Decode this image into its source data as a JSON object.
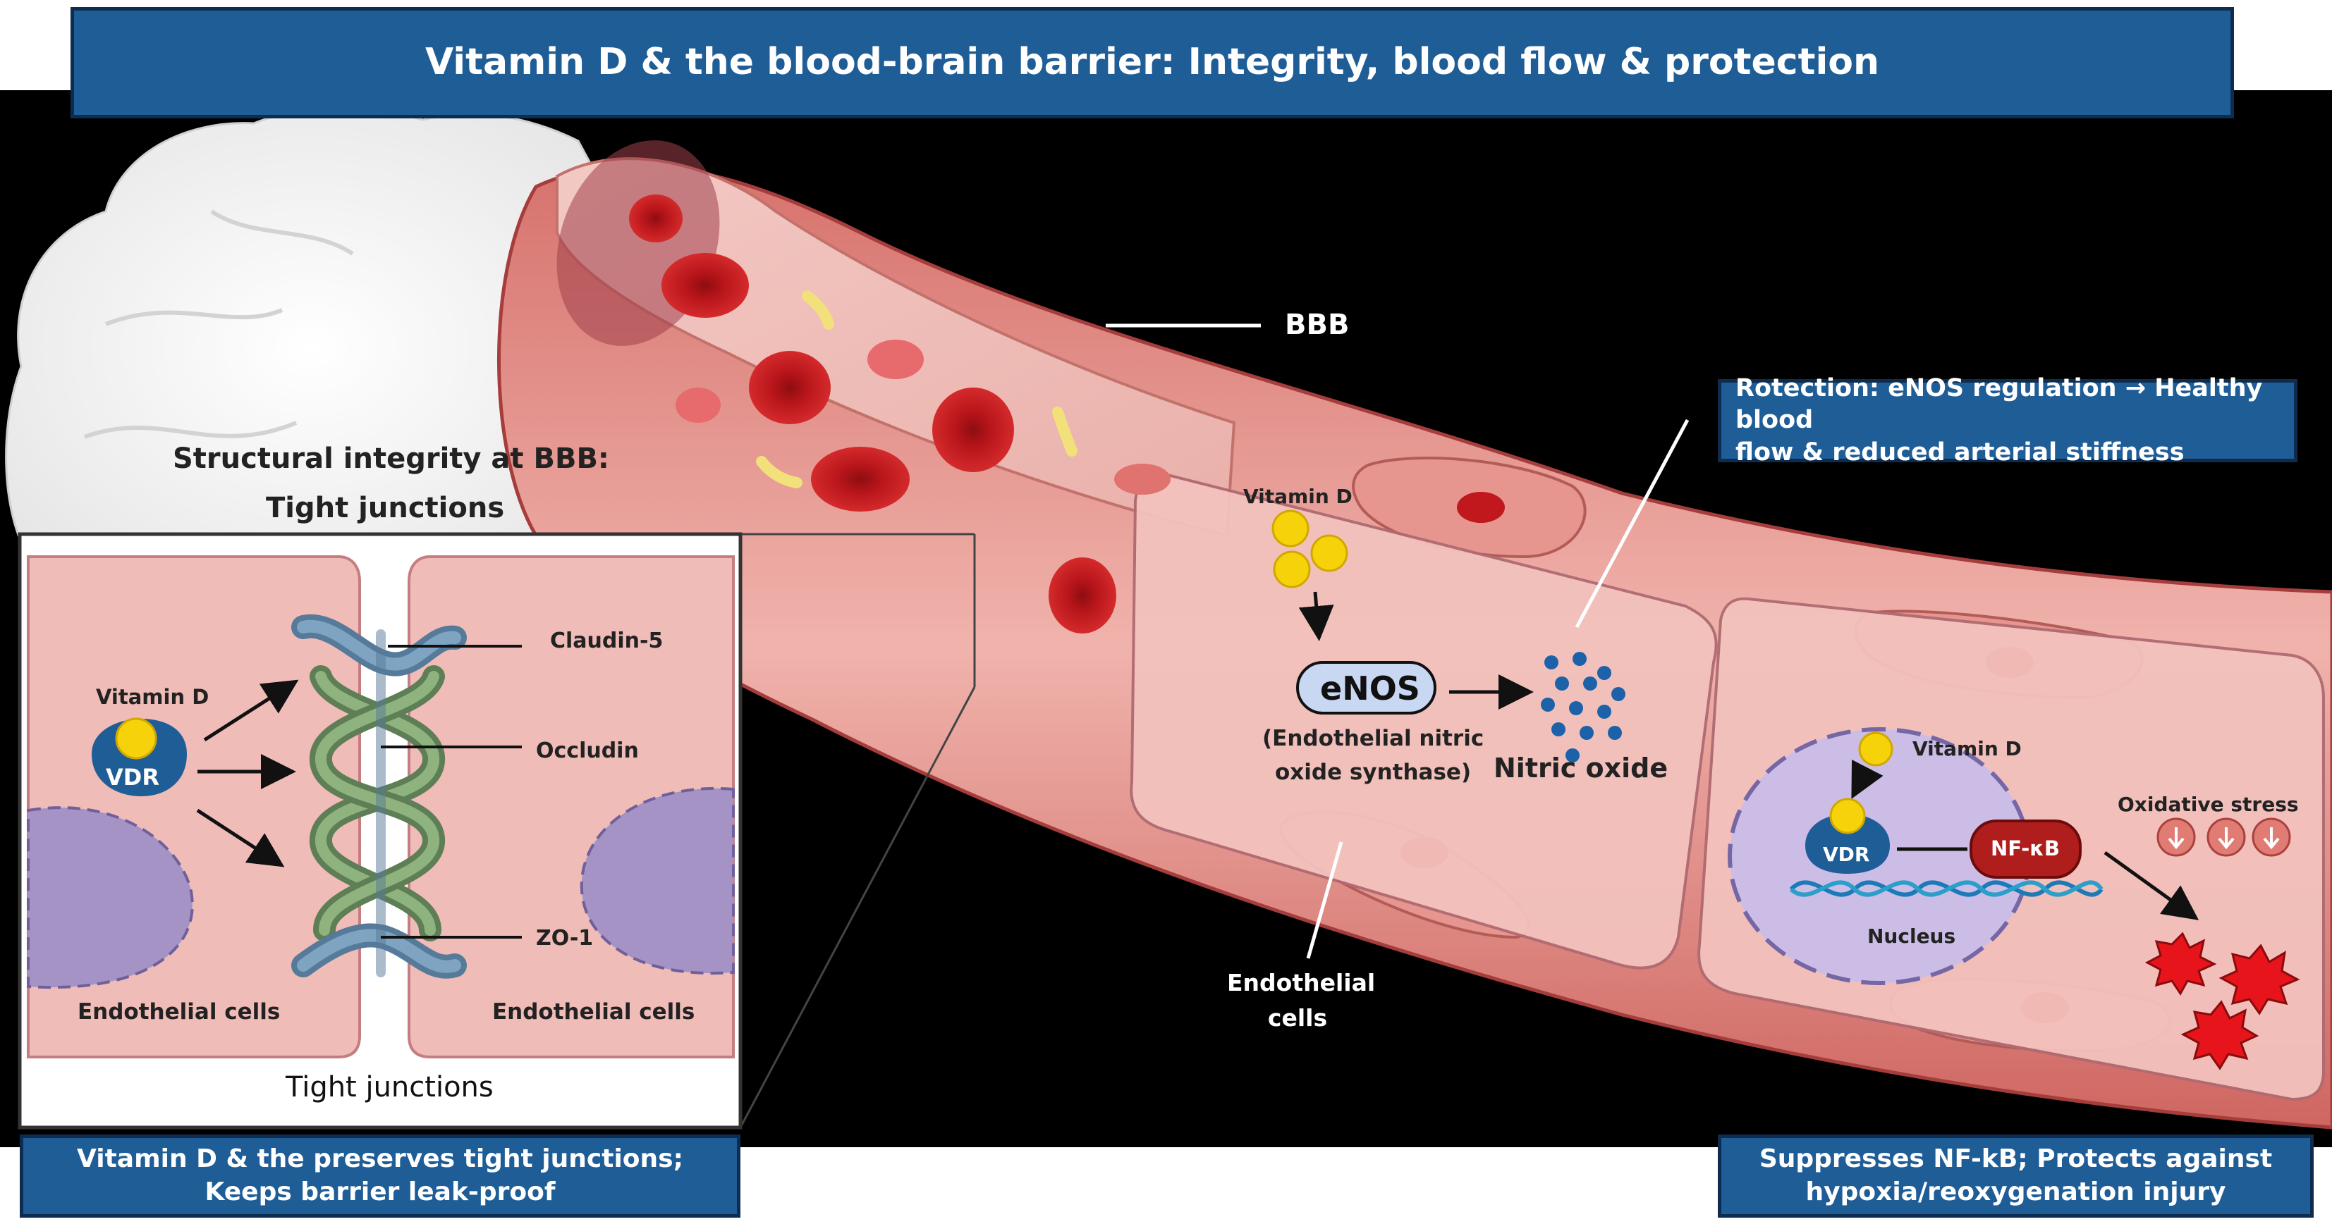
{
  "title": "Vitamin D & the blood-brain barrier: Integrity, blood flow & protection",
  "vessel": {
    "bbb_label": "BBB",
    "endothelial_cells_label": "Endothelial\ncells"
  },
  "tight_junction_panel": {
    "heading_line1": "Structural integrity at BBB:",
    "heading_line2": "Tight junctions",
    "vitamin_d_label": "Vitamin D",
    "vdr_label": "VDR",
    "claudin_label": "Claudin-5",
    "occludin_label": "Occludin",
    "zo1_label": "ZO-1",
    "cell_left_label": "Endothelial cells",
    "cell_right_label": "Endothelial cells",
    "caption": "Tight junctions",
    "banner_line1": "Vitamin D & the preserves tight junctions;",
    "banner_line2": "Keeps barrier leak-proof"
  },
  "enos_panel": {
    "vitamin_d_label": "Vitamin D",
    "enos_label": "eNOS",
    "enos_full_line1": "(Endothelial nitric",
    "enos_full_line2": "oxide synthase)",
    "nitric_oxide_label": "Nitric oxide",
    "banner_line1": "Rotection: eNOS regulation → Healthy blood",
    "banner_line2": "flow & reduced arterial stiffness"
  },
  "nfkb_panel": {
    "vitamin_d_label": "Vitamin D",
    "vdr_label": "VDR",
    "nfkb_label": "NF-κB",
    "nucleus_label": "Nucleus",
    "oxidative_stress_label": "Oxidative stress",
    "banner_line1": "Suppresses NF-kB; Protects against",
    "banner_line2": "hypoxia/reoxygenation injury"
  },
  "colors": {
    "banner_blue": "#1f5d97",
    "vitamin_d_yellow": "#f6d20a",
    "vdr_blue": "#1f5d97",
    "nfkb_red": "#b01d1d",
    "vessel_pink": "#e8a29c",
    "rbc_red": "#c0181c",
    "nitric_oxide_blue": "#1d62a8"
  },
  "icons": [
    "vitamin-d-molecule-icon",
    "down-arrow-icon",
    "ros-burst-icon",
    "dna-helix-icon"
  ]
}
